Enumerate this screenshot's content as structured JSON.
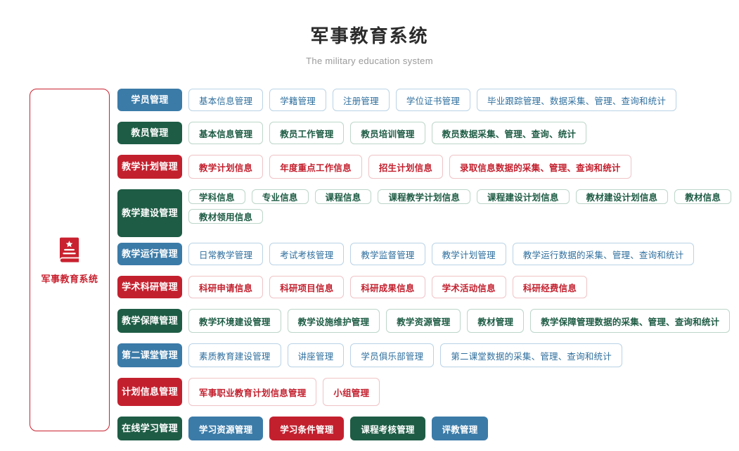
{
  "header": {
    "title": "军事教育系统",
    "subtitle": "The military education system"
  },
  "brand": {
    "icon": "book-star-icon",
    "label": "军事教育系统",
    "accent_color": "#c9212f"
  },
  "colors": {
    "blue": "#3b7ba8",
    "green": "#1e5c45",
    "red": "#c3202e",
    "title": "#2b2b2b",
    "subtitle": "#9a9a9a"
  },
  "rows": [
    {
      "label": "学员管理",
      "tone": "blue",
      "style": "out-blue",
      "height": "h32",
      "items": [
        "基本信息管理",
        "学籍管理",
        "注册管理",
        "学位证书管理",
        "毕业跟踪管理、数据采集、管理、查询和统计"
      ]
    },
    {
      "label": "教员管理",
      "tone": "green",
      "style": "out-green",
      "height": "h32",
      "items": [
        "基本信息管理",
        "教员工作管理",
        "教员培训管理",
        "教员数据采集、管理、查询、统计"
      ]
    },
    {
      "label": "教学计划管理",
      "tone": "red",
      "style": "out-red",
      "height": "h34",
      "items": [
        "教学计划信息",
        "年度重点工作信息",
        "招生计划信息",
        "录取信息数据的采集、管理、查询和统计"
      ]
    },
    {
      "label": "教学建设管理",
      "tone": "green",
      "style": "out-green",
      "height": "tall",
      "items": [
        "学科信息",
        "专业信息",
        "课程信息",
        "课程教学计划信息",
        "课程建设计划信息",
        "教材建设计划信息",
        "教材信息",
        "教材领用信息"
      ]
    },
    {
      "label": "教学运行管理",
      "tone": "blue",
      "style": "out-blue",
      "height": "h32",
      "items": [
        "日常教学管理",
        "考试考核管理",
        "教学监督管理",
        "教学计划管理",
        "教学运行数据的采集、管理、查询和统计"
      ]
    },
    {
      "label": "学术科研管理",
      "tone": "red",
      "style": "out-red",
      "height": "h32",
      "items": [
        "科研申请信息",
        "科研项目信息",
        "科研成果信息",
        "学术活动信息",
        "科研经费信息"
      ]
    },
    {
      "label": "教学保障管理",
      "tone": "green",
      "style": "out-green",
      "height": "h34",
      "items": [
        "教学环境建设管理",
        "教学设施维护管理",
        "教学资源管理",
        "教材管理",
        "教学保障管理数据的采集、管理、查询和统计"
      ]
    },
    {
      "label": "第二课堂管理",
      "tone": "blue",
      "style": "out-blue",
      "height": "h34",
      "items": [
        "素质教育建设管理",
        "讲座管理",
        "学员俱乐部管理",
        "第二课堂数据的采集、管理、查询和统计"
      ]
    },
    {
      "label": "计划信息管理",
      "tone": "red",
      "style": "out-red",
      "height": "h40",
      "items": [
        "军事职业教育计划信息管理",
        "小组管理"
      ]
    },
    {
      "label": "在线学习管理",
      "tone": "green",
      "height": "h34",
      "mixed": true,
      "items": [
        {
          "text": "学习资源管理",
          "style": "fill-blue"
        },
        {
          "text": "学习条件管理",
          "style": "fill-red"
        },
        {
          "text": "课程考核管理",
          "style": "fill-green"
        },
        {
          "text": "评教管理",
          "style": "fill-blue"
        }
      ]
    }
  ]
}
